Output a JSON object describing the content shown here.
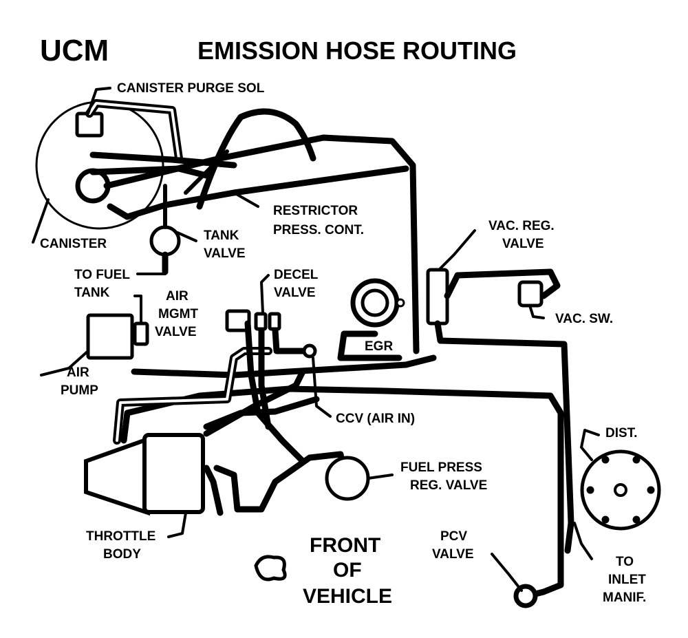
{
  "header": {
    "code": "UCM",
    "title": "EMISSION HOSE ROUTING"
  },
  "labels": {
    "canister_purge_sol": "CANISTER PURGE SOL",
    "canister": "CANISTER",
    "restrictor_1": "RESTRICTOR",
    "restrictor_2": "PRESS. CONT.",
    "tank_valve_1": "TANK",
    "tank_valve_2": "VALVE",
    "to_fuel_tank_1": "TO FUEL",
    "to_fuel_tank_2": "TANK",
    "vac_reg_valve_1": "VAC. REG.",
    "vac_reg_valve_2": "VALVE",
    "decel_valve_1": "DECEL",
    "decel_valve_2": "VALVE",
    "air_mgmt_valve_1": "AIR",
    "air_mgmt_valve_2": "MGMT",
    "air_mgmt_valve_3": "VALVE",
    "vac_sw": "VAC. SW.",
    "egr": "EGR",
    "air_pump_1": "AIR",
    "air_pump_2": "PUMP",
    "ccv": "CCV (AIR IN)",
    "dist": "DIST.",
    "fuel_press_1": "FUEL PRESS",
    "fuel_press_2": "REG. VALVE",
    "throttle_body_1": "THROTTLE",
    "throttle_body_2": "BODY",
    "pcv_valve_1": "PCV",
    "pcv_valve_2": "VALVE",
    "to_inlet_1": "TO",
    "to_inlet_2": "INLET",
    "to_inlet_3": "MANIF.",
    "front_1": "FRONT",
    "front_2": "OF",
    "front_3": "VEHICLE"
  }
}
